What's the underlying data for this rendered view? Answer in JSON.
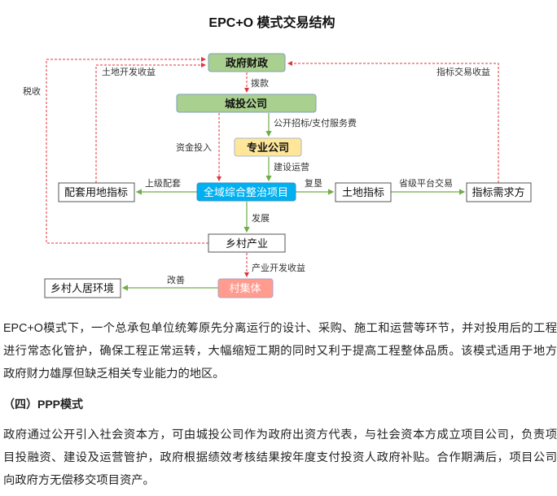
{
  "diagram": {
    "title": "EPC+O 模式交易结构",
    "nodes": {
      "gov_finance": "政府财政",
      "chengtou": "城投公司",
      "specialist": "专业公司",
      "project": "全域综合整治项目",
      "supporting_land": "配套用地指标",
      "land_quota": "土地指标",
      "quota_demand": "指标需求方",
      "rural_industry": "乡村产业",
      "village_collective": "村集体",
      "rural_living": "乡村人居环境"
    },
    "edges": {
      "tax": "税收",
      "land_dev_income": "土地开发收益",
      "quota_trade_income": "指标交易收益",
      "allocation": "拨款",
      "tender_fee": "公开招标/支付服务费",
      "capital_input": "资金投入",
      "build_operate": "建设运营",
      "upper_support": "上级配套",
      "reclamation": "复垦",
      "provincial_trade": "省级平台交易",
      "develop": "发展",
      "industry_income": "产业开发收益",
      "improve": "改善"
    },
    "colors": {
      "green_box": "#a9d08e",
      "yellow_box": "#ffe699",
      "blue_box": "#00b0f0",
      "red_box": "#ff9b8f",
      "red_dash": "#e0343b",
      "green_line": "#70ad47"
    }
  },
  "text": {
    "para1": [
      "EPC+O模式下，一个总承包单位统筹原先分离运行的设计、采购、施工和运营等环节，并对投用后的工程",
      "进行常态化管护，确保工程正常运转，大幅缩短工期的同时又利于提高工程整体品质。该模式适用于地方",
      "政府财力雄厚但缺乏相关专业能力的地区。"
    ],
    "heading": "（四）PPP模式",
    "para2": [
      "政府通过公开引入社会资本方，可由城投公司作为政府出资方代表，与社会资本方成立项目公司，负责项",
      "目投融资、建设及运营管护，政府根据绩效考核结果按年度支付投资人政府补贴。合作期满后，项目公司",
      "向政府方无偿移交项目资产。"
    ]
  }
}
